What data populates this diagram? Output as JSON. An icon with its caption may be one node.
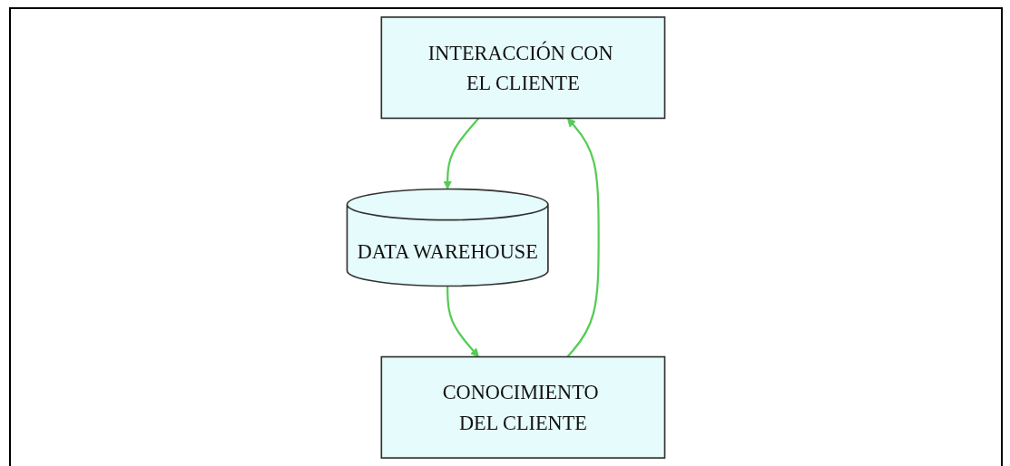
{
  "diagram": {
    "nodes": [
      {
        "text": [
          "INTERACCIÓN CON EL CLIENTE"
        ]
      },
      {
        "text": [
          "DATA WAREHOUSE"
        ]
      },
      {
        "text": [
          "CONOCIMIENTO DEL CLIENTE"
        ]
      }
    ],
    "edges": [
      {
        "from": 0,
        "to": 1,
        "arrow": "to"
      },
      {
        "from": 1,
        "to": 2,
        "arrow": "to"
      },
      {
        "from": 2,
        "to": 0,
        "arrow": "to"
      }
    ]
  }
}
